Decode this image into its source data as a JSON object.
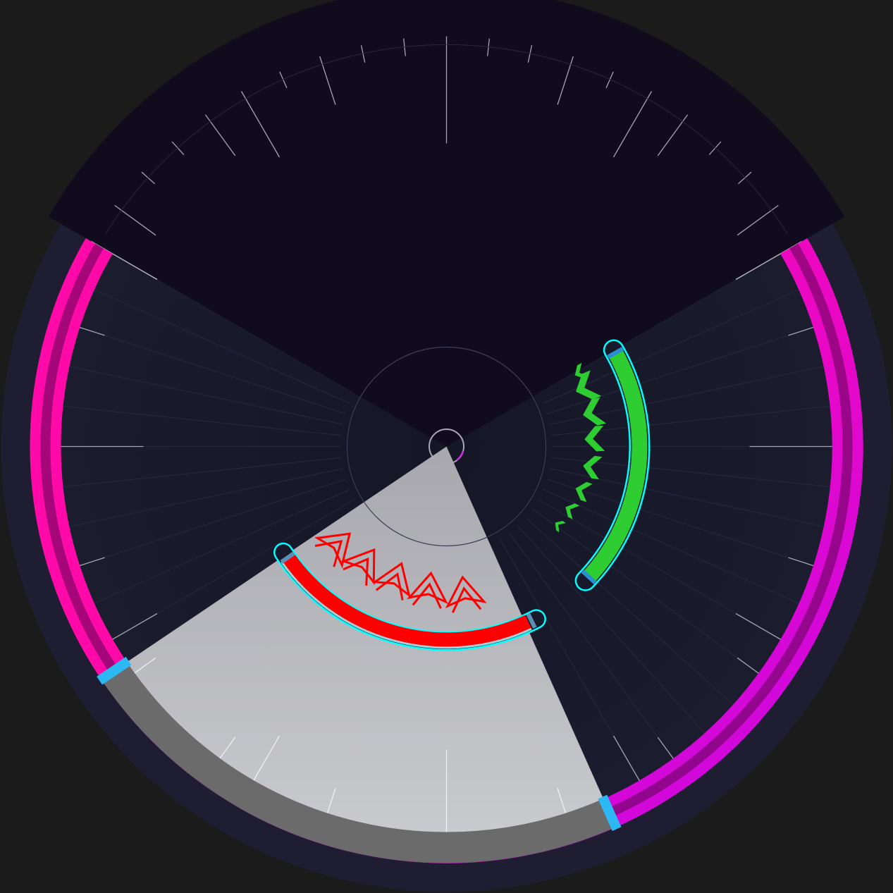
{
  "game": {
    "title": "",
    "colors": {
      "page_background": "#1b1b1b",
      "board_disc": "#1e1d32",
      "board_inner": "#181a2b",
      "dark_wedge": "#110b1e",
      "outer_track_start": "#ff0aa8",
      "outer_track_end": "#cc07e6",
      "grey_sector": "#c6c7cb",
      "grey_track": "#6b6b6b",
      "marker": "#2cb8f3",
      "red_segment": "#ff0000",
      "green_segment": "#2ecd31",
      "selection_outline": "#00ffff",
      "tick": "#cfcfd8"
    },
    "icons": {
      "center_hub": "ring-icon",
      "red_direction": "chevron-up-icon",
      "green_direction": "chevron-up-icon"
    },
    "segments": [
      {
        "id": "red-segment",
        "color": "#ff0000",
        "selected": true,
        "direction": "counter-clockwise"
      },
      {
        "id": "green-segment",
        "color": "#2ecd31",
        "selected": true,
        "direction": "counter-clockwise"
      }
    ],
    "outer_track": {
      "active": true
    },
    "grey_sector": {
      "active": true
    }
  }
}
